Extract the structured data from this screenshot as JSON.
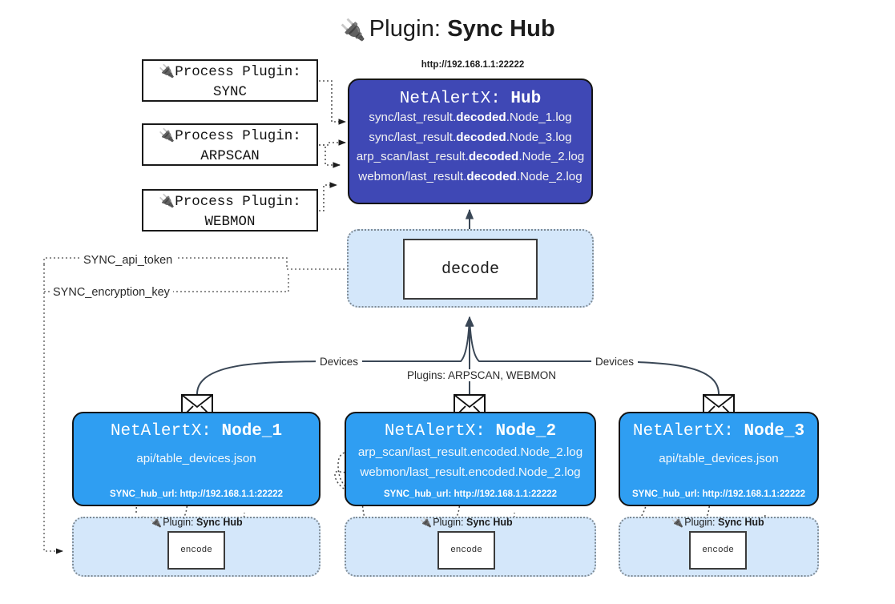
{
  "page": {
    "title_prefix": "Plugin: ",
    "title_strong": "Sync Hub",
    "plug_icon": "🔌",
    "colors": {
      "hub_fill": "#3f48b5",
      "node_fill": "#2f9ef2",
      "container_fill": "#d4e7fa",
      "stroke": "#141414",
      "text_dark": "#1c1c1c",
      "white": "#ffffff"
    }
  },
  "process_plugins": [
    {
      "line1": "Process Plugin:",
      "line2": "SYNC"
    },
    {
      "line1": "Process Plugin:",
      "line2": "ARPSCAN"
    },
    {
      "line1": "Process Plugin:",
      "line2": "WEBMON"
    }
  ],
  "hub": {
    "url": "http://192.168.1.1:22222",
    "title_prefix": "NetAlertX: ",
    "title_strong": "Hub",
    "logs": [
      {
        "pre": "sync/last_result.",
        "mid": "decoded",
        "post": ".Node_1.log"
      },
      {
        "pre": "sync/last_result.",
        "mid": "decoded",
        "post": ".Node_3.log"
      },
      {
        "pre": "arp_scan/last_result.",
        "mid": "decoded",
        "post": ".Node_2.log"
      },
      {
        "pre": "webmon/last_result.",
        "mid": "decoded",
        "post": ".Node_2.log"
      }
    ]
  },
  "decode": {
    "label": "decode"
  },
  "keys": {
    "api_token": "SYNC_api_token",
    "encryption_key": "SYNC_encryption_key"
  },
  "edge_labels": {
    "devices_left": "Devices",
    "devices_right": "Devices",
    "plugins": "Plugins: ARPSCAN, WEBMON"
  },
  "nodes": [
    {
      "title_prefix": "NetAlertX: ",
      "title_strong": "Node_1",
      "lines": [
        "api/table_devices.json"
      ],
      "hub_url_label": "SYNC_hub_url: http://192.168.1.1:22222"
    },
    {
      "title_prefix": "NetAlertX: ",
      "title_strong": "Node_2",
      "lines": [
        "arp_scan/last_result.encoded.Node_2.log",
        "webmon/last_result.encoded.Node_2.log"
      ],
      "hub_url_label": "SYNC_hub_url: http://192.168.1.1:22222"
    },
    {
      "title_prefix": "NetAlertX: ",
      "title_strong": "Node_3",
      "lines": [
        "api/table_devices.json"
      ],
      "hub_url_label": "SYNC_hub_url: http://192.168.1.1:22222"
    }
  ],
  "encode_sections": [
    {
      "plugin_label_prefix": "Plugin: ",
      "plugin_label_strong": "Sync Hub",
      "box_label": "encode"
    },
    {
      "plugin_label_prefix": "Plugin: ",
      "plugin_label_strong": "Sync Hub",
      "box_label": "encode"
    },
    {
      "plugin_label_prefix": "Plugin: ",
      "plugin_label_strong": "Sync Hub",
      "box_label": "encode"
    }
  ]
}
